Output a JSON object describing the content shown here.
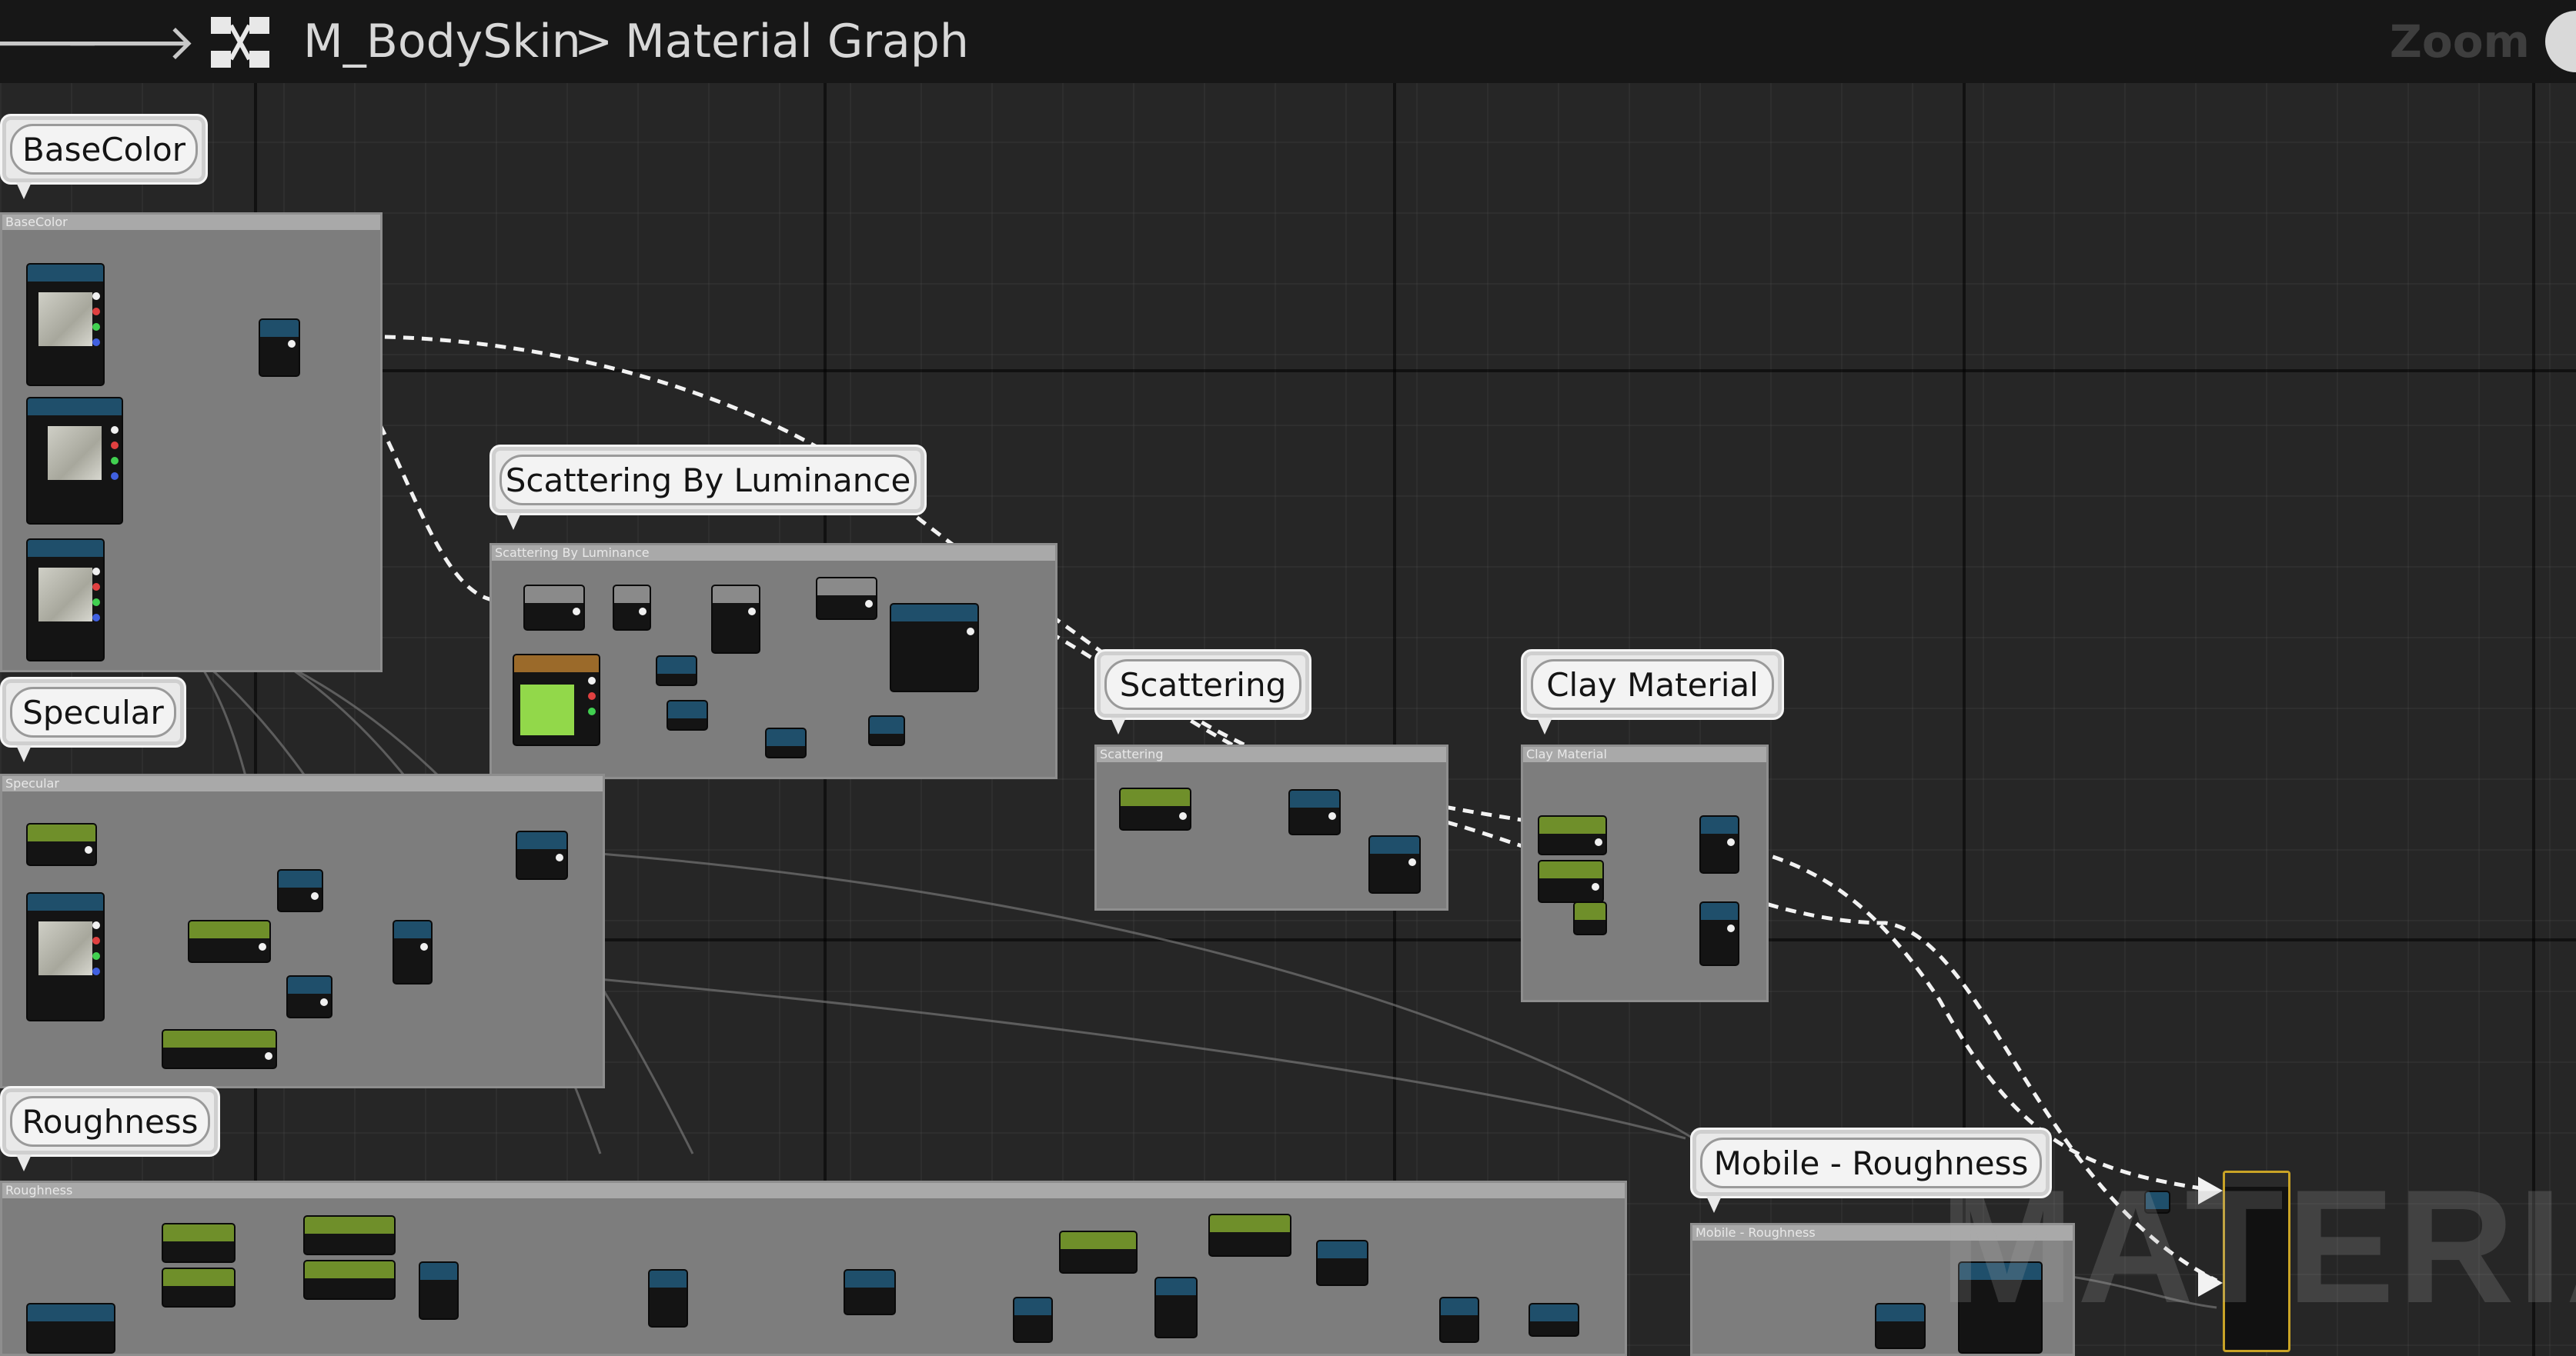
{
  "header": {
    "back_glyph": "🡐",
    "forward_glyph": "🡒",
    "breadcrumb": [
      "M_BodySkin",
      "Material Graph"
    ],
    "separator": ">",
    "zoom_label": "Zoom"
  },
  "comments": {
    "basecolor": {
      "bubble": "BaseColor",
      "header": "BaseColor"
    },
    "scattering_lum": {
      "bubble": "Scattering By Luminance",
      "header": "Scattering By Luminance"
    },
    "scattering": {
      "bubble": "Scattering",
      "header": "Scattering"
    },
    "clay": {
      "bubble": "Clay Material",
      "header": "Clay Material"
    },
    "specular": {
      "bubble": "Specular",
      "header": "Specular"
    },
    "roughness": {
      "bubble": "Roughness",
      "header": "Roughness"
    },
    "mobile_roughness": {
      "bubble": "Mobile - Roughness",
      "header": "Mobile - Roughness"
    }
  },
  "watermark": "MATERIAL",
  "icons": [
    "back-arrow-icon",
    "forward-arrow-icon",
    "graph-icon",
    "zoom-icon"
  ],
  "colors": {
    "grid": "#262626",
    "comment": "#7d7d7d",
    "bubble": "#e9e9e9",
    "output_outline": "#c9a326",
    "swatch": "#92d84a"
  }
}
